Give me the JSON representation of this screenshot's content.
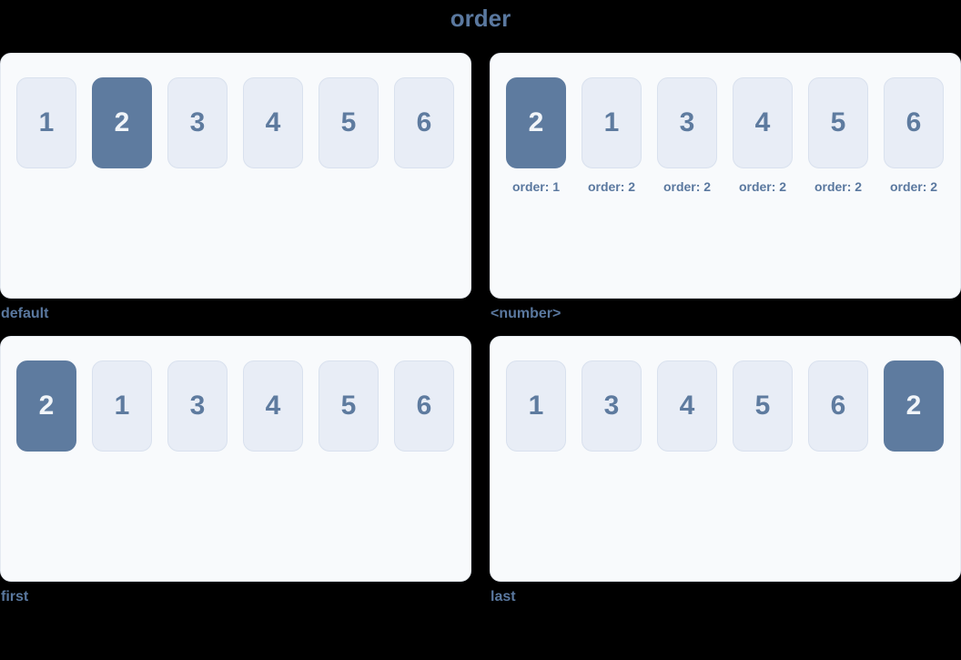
{
  "page": {
    "title": "order",
    "background": "#000000"
  },
  "colors": {
    "accent-text": "#5a789f",
    "panel-bg": "#f8fafc",
    "panel-border": "#e5eaf1",
    "item-bg": "#e8edf6",
    "item-border": "#d9e1ee",
    "item-text": "#5e7b9f",
    "active-bg": "#5e7b9f",
    "active-text": "#f1f5f9"
  },
  "panels": [
    {
      "caption": "default",
      "items": [
        {
          "label": "1",
          "active": false
        },
        {
          "label": "2",
          "active": true
        },
        {
          "label": "3",
          "active": false
        },
        {
          "label": "4",
          "active": false
        },
        {
          "label": "5",
          "active": false
        },
        {
          "label": "6",
          "active": false
        }
      ]
    },
    {
      "caption": "<number>",
      "items": [
        {
          "label": "2",
          "active": true,
          "note": "order: 1"
        },
        {
          "label": "1",
          "active": false,
          "note": "order: 2"
        },
        {
          "label": "3",
          "active": false,
          "note": "order: 2"
        },
        {
          "label": "4",
          "active": false,
          "note": "order: 2"
        },
        {
          "label": "5",
          "active": false,
          "note": "order: 2"
        },
        {
          "label": "6",
          "active": false,
          "note": "order: 2"
        }
      ]
    },
    {
      "caption": "first",
      "items": [
        {
          "label": "2",
          "active": true
        },
        {
          "label": "1",
          "active": false
        },
        {
          "label": "3",
          "active": false
        },
        {
          "label": "4",
          "active": false
        },
        {
          "label": "5",
          "active": false
        },
        {
          "label": "6",
          "active": false
        }
      ]
    },
    {
      "caption": "last",
      "items": [
        {
          "label": "1",
          "active": false
        },
        {
          "label": "3",
          "active": false
        },
        {
          "label": "4",
          "active": false
        },
        {
          "label": "5",
          "active": false
        },
        {
          "label": "6",
          "active": false
        },
        {
          "label": "2",
          "active": true
        }
      ]
    }
  ]
}
